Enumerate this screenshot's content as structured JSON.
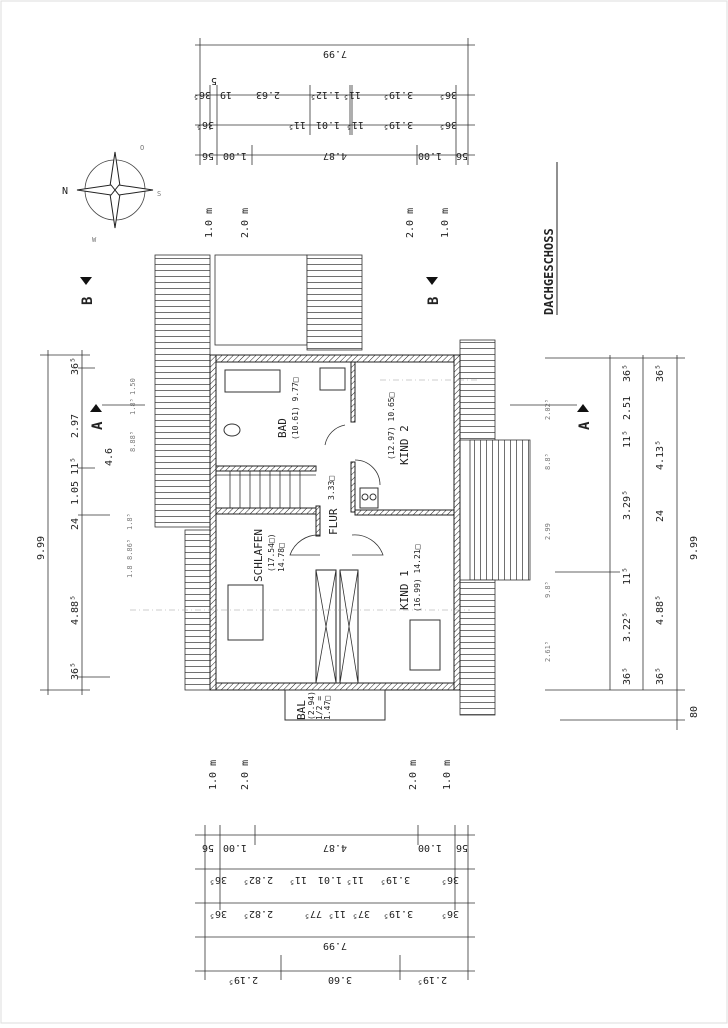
{
  "title": "DACHGESCHOSS",
  "compass": {
    "n": "N",
    "o": "O",
    "s": "S",
    "w": "W"
  },
  "section_marks": {
    "b_left": "B",
    "b_right": "B",
    "a_left": "A",
    "a_right": "A"
  },
  "scale_labels": {
    "top": [
      "1.0 m",
      "2.0 m",
      "2.0 m",
      "1.0 m"
    ],
    "bottom": [
      "1.0 m",
      "2.0 m",
      "2.0 m",
      "1.0 m"
    ]
  },
  "rooms": {
    "bad": {
      "name": "BAD",
      "area": "(10.61) 9.77□"
    },
    "kind2": {
      "name": "KIND 2",
      "area": "(12.97) 10.65□"
    },
    "flur": {
      "name": "FLUR",
      "area": "3.33□"
    },
    "schlafen": {
      "name": "SCHLAFEN",
      "area1": "(17.54□)",
      "area2": "14.78□"
    },
    "kind1": {
      "name": "KIND 1",
      "area": "(16.99) 14.21□"
    },
    "bal": {
      "name": "BAL",
      "area1": "(2.94)",
      "area2": "1/2 =",
      "area3": "1.47□"
    }
  },
  "top_dims": {
    "row1": [
      "7.99"
    ],
    "row2": [
      "36⁵",
      "5",
      "19",
      "2.63",
      "1.12⁵",
      "11⁵",
      "3.19⁵",
      "36⁵"
    ],
    "row3": [
      "36⁵",
      "11⁵",
      "1.01",
      "11⁵",
      "3.19⁵",
      "36⁵"
    ],
    "row4": [
      "56",
      "1.00",
      "4.87",
      "1.00",
      "56"
    ]
  },
  "bottom_dims": {
    "row1": [
      "56",
      "1.00",
      "4.87",
      "1.00",
      "56"
    ],
    "row2": [
      "36⁵",
      "2.82⁵",
      "11⁵",
      "1.01",
      "11⁵",
      "3.19⁵",
      "36⁵"
    ],
    "row3": [
      "36⁵",
      "2.82⁵",
      "77⁵",
      "11⁵",
      "37⁵",
      "3.19⁵",
      "36⁵"
    ],
    "row4": [
      "7.99"
    ],
    "row5": [
      "2.19⁵",
      "3.60",
      "2.19⁵"
    ]
  },
  "left_dims": {
    "total": "9.99",
    "chain": [
      "36⁵",
      "2.97",
      "11⁵",
      "1.05",
      "24",
      "4.88⁵",
      "36⁵"
    ],
    "faint": [
      "1.50",
      "1.8⁵",
      "8.88⁵",
      "4.6",
      "1.8⁵",
      "8.86⁵",
      "1.8"
    ]
  },
  "right_dims": {
    "chain1": [
      "36⁵",
      "2.51",
      "11⁵",
      "3.29⁵",
      "11⁵",
      "3.22⁵",
      "36⁵"
    ],
    "chain2": [
      "36⁵",
      "4.13⁵",
      "24",
      "4.88⁵",
      "36⁵"
    ],
    "total": "9.99",
    "overhang": "80",
    "faint": [
      "2.02⁵",
      "8.8⁵",
      "2.99",
      "9.8⁵",
      "2.61⁵"
    ]
  }
}
